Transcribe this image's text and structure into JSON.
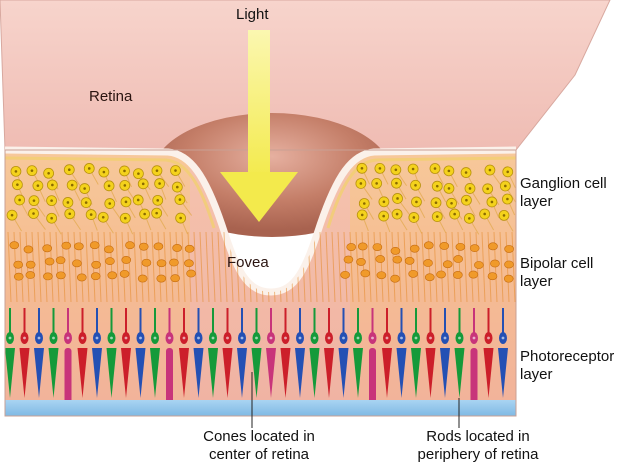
{
  "labels": {
    "light": "Light",
    "retina": "Retina",
    "fovea": "Fovea",
    "ganglion_line1": "Ganglion cell",
    "ganglion_line2": "layer",
    "bipolar_line1": "Bipolar cell",
    "bipolar_line2": "layer",
    "photoreceptor_line1": "Photoreceptor",
    "photoreceptor_line2": "layer",
    "cones_line1": "Cones located in",
    "cones_line2": "center of retina",
    "rods_line1": "Rods located in",
    "rods_line2": "periphery of retina"
  },
  "colors": {
    "retina_surface": "#f2c4bc",
    "fovea_pit": "#c9826c",
    "light_arrow": "#f7f27a",
    "ganglion_cells": "#f4d21c",
    "bipolar_cells": "#f09a2a",
    "cone_red": "#cc1f2a",
    "cone_green": "#159a3a",
    "cone_blue": "#2450b4",
    "rod": "#c8347a",
    "base": "#8fc6ec"
  }
}
